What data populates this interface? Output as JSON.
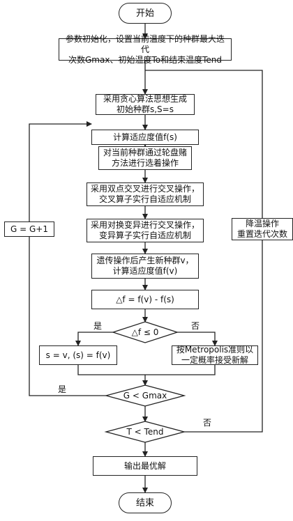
{
  "nodes": {
    "start": "开始",
    "init_l1": "参数初始化，设置当前温度下的种群最大迭代",
    "init_l2": "次数Gmax、初始温度To和结束温度Tend",
    "greedy_l1": "采用贪心算法思想生成",
    "greedy_l2": "初始种群s,S=s",
    "fitness": "计算适应度值f(s)",
    "select_l1": "对当前种群通过轮盘赌",
    "select_l2": "方法进行选着操作",
    "cross_l1": "采用双点交叉进行交叉操作，",
    "cross_l2": "交叉算子实行自适应机制",
    "mutate_l1": "采用对换变异进行交叉操作，",
    "mutate_l2": "变异算子实行自适应机制",
    "newpop_l1": "遗传操作后产生新种群v，",
    "newpop_l2": "计算适应度值f(v)",
    "delta": "△f = f(v) - f(s)",
    "cond1": "△f ≤ 0",
    "accept": "s = v, (s) = f(v)",
    "metro_l1": "按Metropolis准则以",
    "metro_l2": "一定概率接受新解",
    "cond2": "G < Gmax",
    "cond3": "T < Tend",
    "output": "输出最优解",
    "end": "结束",
    "g_inc": "G = G+1",
    "cool_l1": "降温操作",
    "cool_l2": "重置迭代次数"
  },
  "labels": {
    "yes1": "是",
    "no1": "否",
    "yes2": "是",
    "no3": "否"
  }
}
